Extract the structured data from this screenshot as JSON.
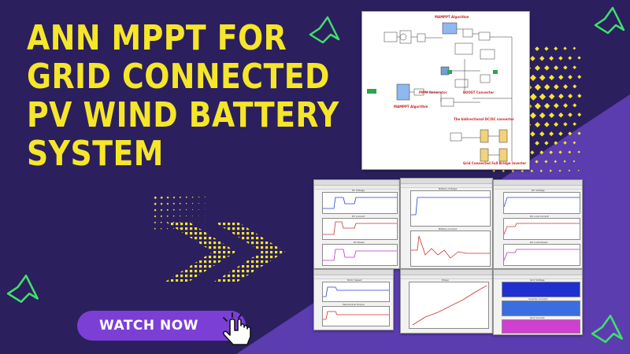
{
  "title_lines": [
    "ANN MPPT FOR",
    "GRID CONNECTED",
    "PV WIND BATTERY",
    "SYSTEM"
  ],
  "cta": {
    "label": "WATCH NOW"
  },
  "colors": {
    "background": "#2b1f5e",
    "band": "#5b3db0",
    "title": "#f5e62a",
    "button": "#7b3fd6",
    "accent_green": "#3ee06a",
    "dots": "#f5e62a"
  },
  "model": {
    "labels": [
      "MAMPPT Algorithm",
      "MAMPPT Algorithm",
      "PWM Generator",
      "BOOST Converter",
      "The bidirectional DC/DC converter",
      "Grid Connected Full Bridge Inverter"
    ]
  },
  "scopes": {
    "pv": {
      "titles": [
        "PV Voltage",
        "PV Current",
        "PV Power"
      ]
    },
    "battery": {
      "titles": [
        "Battery Voltage",
        "Battery Current"
      ]
    },
    "dc": {
      "titles": [
        "DC Voltage",
        "DC Link Current",
        "DC Load Power"
      ]
    },
    "wind": {
      "titles": [
        "Rotor Speed",
        "Mechanical Torque"
      ]
    },
    "ramp": {
      "titles": [
        "Power"
      ]
    },
    "grid": {
      "titles": [
        "Grid Voltage",
        "Inverter Current",
        "Grid Current"
      ]
    }
  },
  "icons": [
    "matlab-logo-icon",
    "cursor-hand-icon",
    "double-chevron-icon",
    "dot-grid-icon"
  ]
}
